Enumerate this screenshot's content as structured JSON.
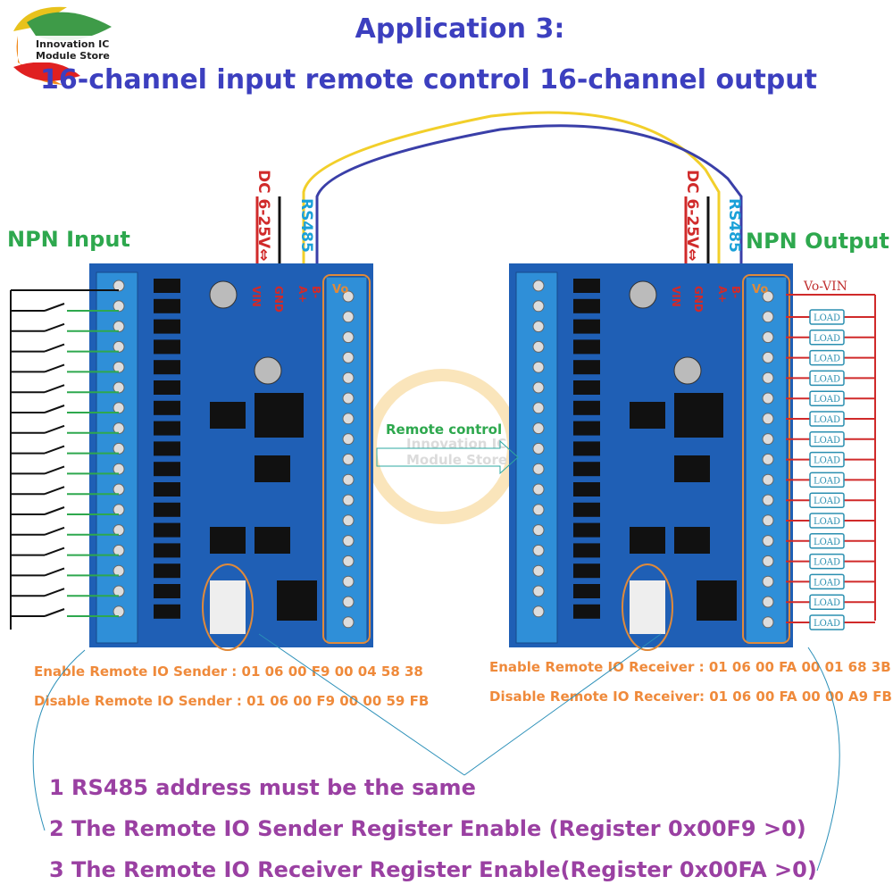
{
  "logo": {
    "text_line1": "Innovation IC",
    "text_line2": "Module Store"
  },
  "title": "Application 3:",
  "subtitle": "16-channel input remote control 16-channel output",
  "labels": {
    "npn_input": "NPN Input",
    "npn_output": "NPN Output",
    "power": "DC 6-25V⇔",
    "rs485": "RS485",
    "vo_vin": "Vo-VIN",
    "remote_control": "Remote control",
    "load": "LOAD",
    "terminals": {
      "vin": "VIN",
      "gnd": "GND",
      "a": "A+",
      "b": "B-",
      "vo": "Vo"
    }
  },
  "sender_commands": [
    "Enable Remote IO Sender  : 01 06 00 F9 00 04 58 38",
    "Disable Remote IO Sender : 01 06 00 F9 00 00 59 FB"
  ],
  "receiver_commands": [
    "Enable Remote IO Receiver : 01 06 00 FA 00 01 68 3B",
    "Disable Remote IO Receiver: 01 06 00 FA 00 00 A9 FB"
  ],
  "notes": [
    "1 RS485 address must be the same",
    "2 The Remote IO Sender Register Enable  (Register 0x00F9 >0)",
    "3 The Remote IO Receiver Register Enable(Register 0x00FA >0)"
  ],
  "colors": {
    "title": "#3c3fbf",
    "board": "#1f5fb5",
    "terminal": "#2f8fd8",
    "power_wire": "#d02a2a",
    "rs485_a": "#f2cf2a",
    "rs485_b": "#3a3fa8",
    "orange_text": "#ef8a3b",
    "purple_text": "#9a40a2",
    "green_text": "#2ea84e"
  }
}
